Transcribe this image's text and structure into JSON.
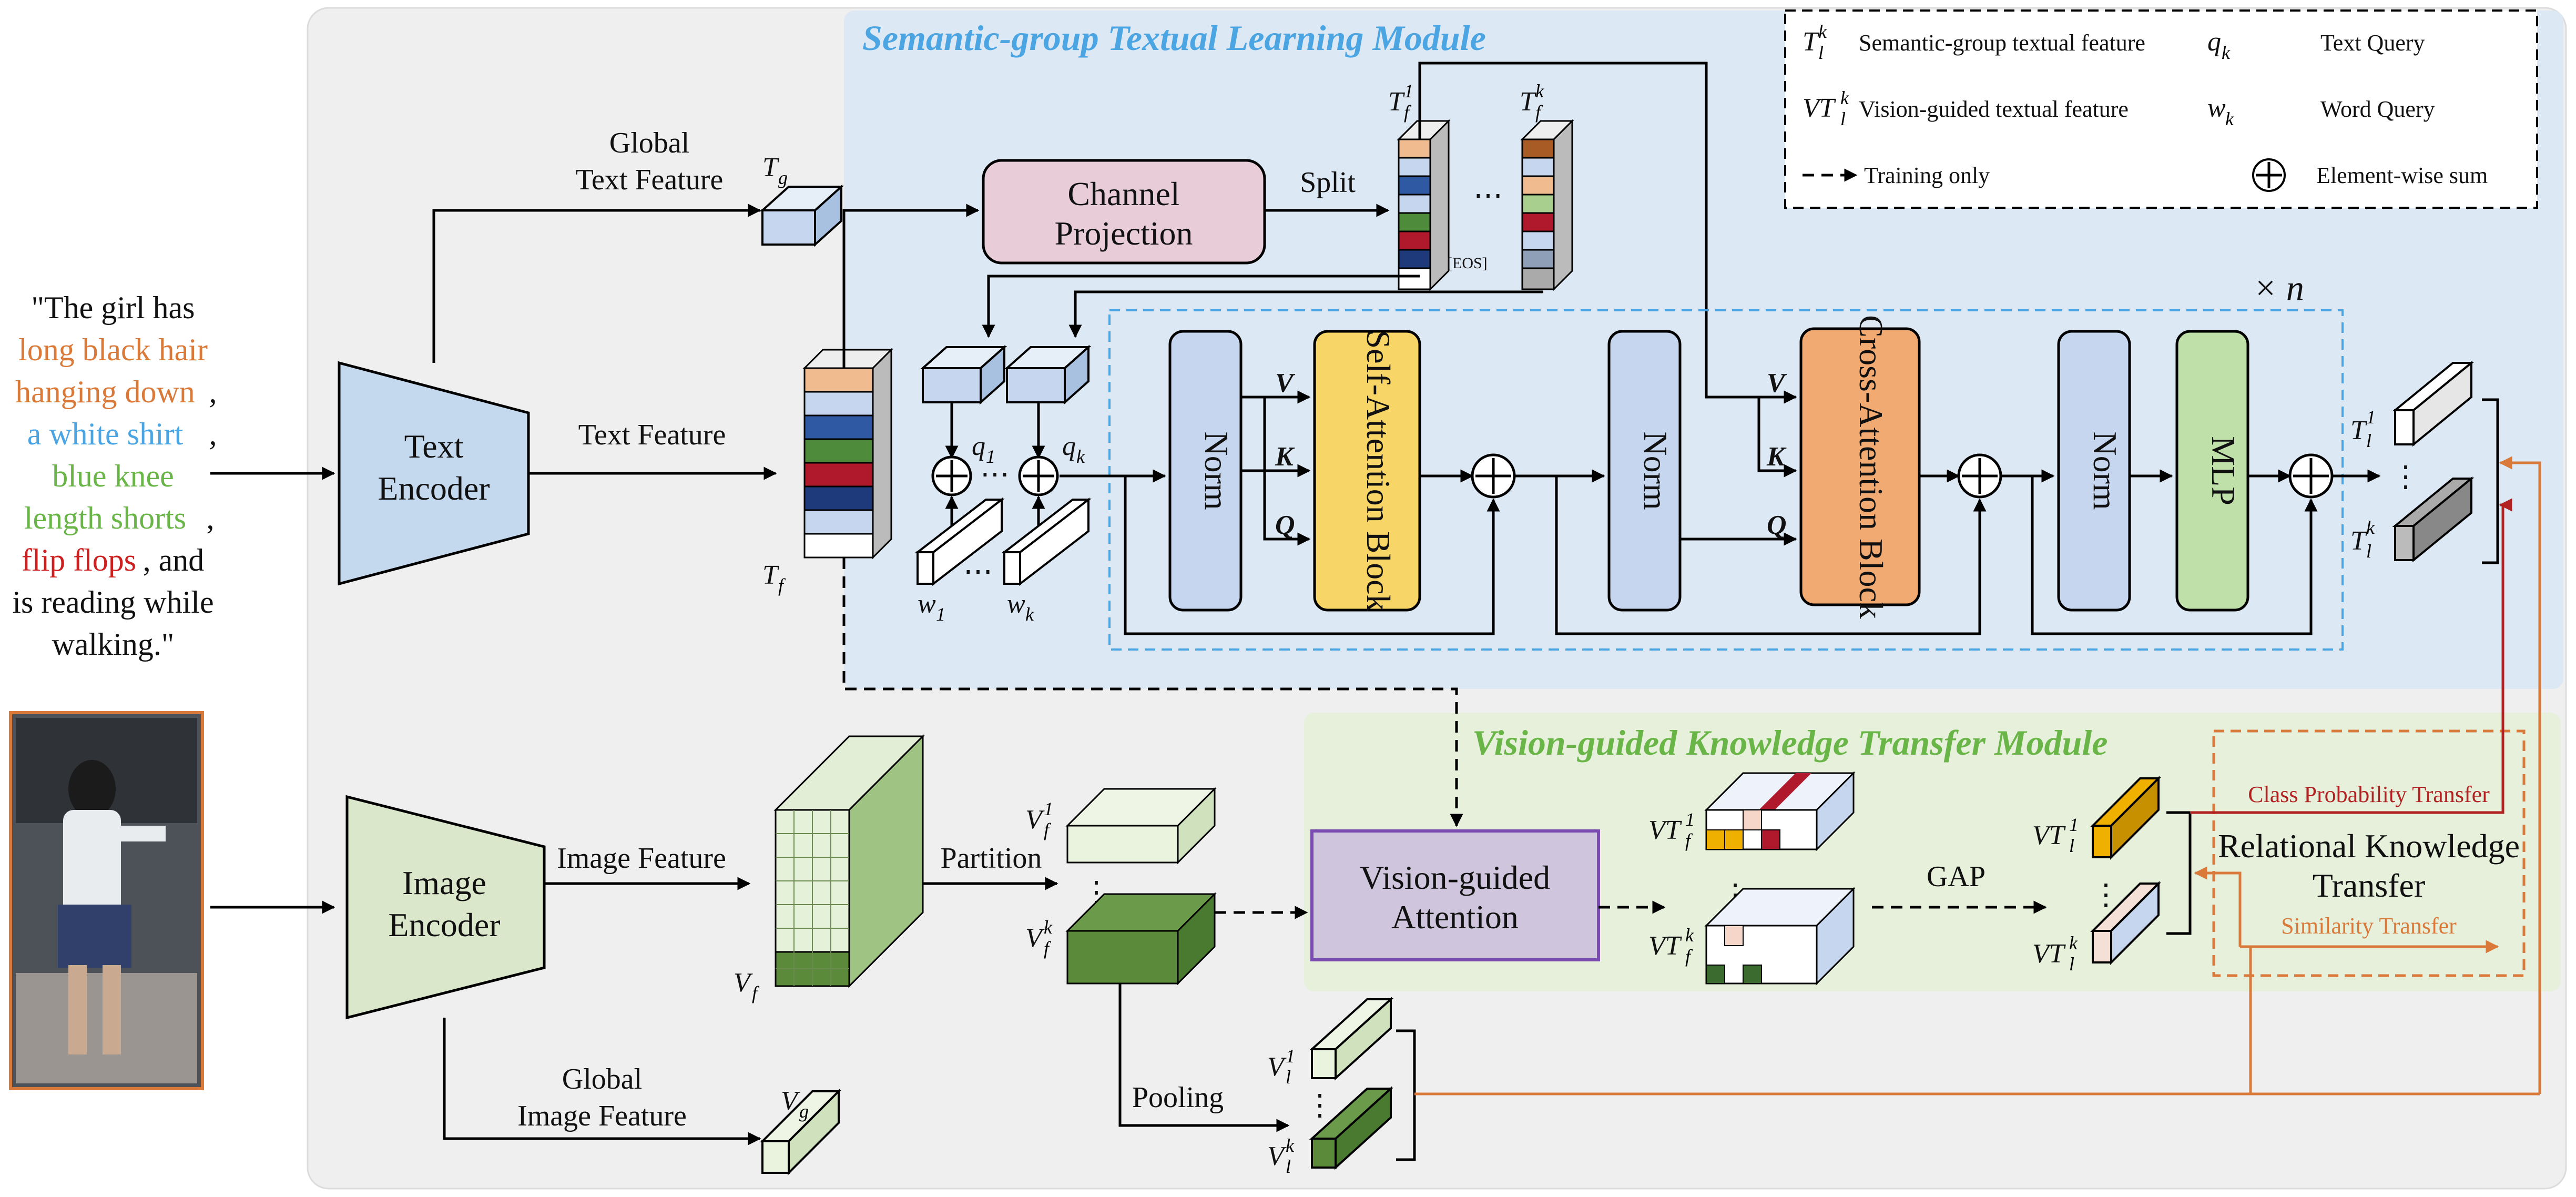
{
  "caption": {
    "line1": "\"The girl has",
    "line2": "long black hair",
    "line3": "hanging down",
    "line3_end": ",",
    "line4": "a white shirt",
    "line4_end": ",",
    "line5": "blue knee",
    "line6": "length shorts",
    "line6_end": ",",
    "line7": "flip flops",
    "line7_end": ", and",
    "line8": "is reading while",
    "line9": "walking.\""
  },
  "modules": {
    "textual": "Semantic-group Textual Learning Module",
    "vision": "Vision-guided Knowledge Transfer Module"
  },
  "encoders": {
    "text_1": "Text",
    "text_2": "Encoder",
    "image_1": "Image",
    "image_2": "Encoder"
  },
  "blocks": {
    "channel_1": "Channel",
    "channel_2": "Projection",
    "norm": "Norm",
    "self_attention": "Self-Attention Block",
    "cross_attention": "Cross-Attention Block",
    "mlp": "MLP",
    "vga_1": "Vision-guided",
    "vga_2": "Attention",
    "rkt_1": "Relational Knowledge",
    "rkt_2": "Transfer"
  },
  "labels": {
    "global_text_1": "Global",
    "global_text_2": "Text Feature",
    "text_feature": "Text Feature",
    "split": "Split",
    "eos": "[EOS]",
    "times_n": "× n",
    "image_feature": "Image Feature",
    "partition": "Partition",
    "gap": "GAP",
    "pooling": "Pooling",
    "global_image_1": "Global",
    "global_image_2": "Image Feature",
    "class_prob": "Class Probability Transfer",
    "similarity": "Similarity Transfer",
    "V": "V",
    "K": "K",
    "Q": "Q",
    "dots": "⋯",
    "vdots": "⋮"
  },
  "legend": {
    "Tlk_desc": "Semantic-group textual feature",
    "VTlk_desc": "Vision-guided textual feature",
    "qk_desc": "Text Query",
    "wk_desc": "Word Query",
    "training_desc": "Training only",
    "sum_desc": "Element-wise sum"
  },
  "symbols": {
    "T": "T",
    "V": "V",
    "VT": "VT",
    "q": "q",
    "w": "w",
    "g": "g",
    "f": "f",
    "l": "l",
    "k": "k",
    "one": "1",
    "n1": "1",
    "nk": "k"
  },
  "colors": {
    "textual_module_bg": "#dde8f5",
    "vision_module_bg": "#e6f0da",
    "outer_bg": "#efefef",
    "title_blue": "#4aa5e2",
    "title_green": "#6ab547",
    "channel_projection": "#e8cdd8",
    "norm": "#c5d6ee",
    "self_attention": "#f7d566",
    "cross_attention": "#f0aa72",
    "mlp": "#bfe0a8",
    "vga": "#cfc6dd",
    "orange": "#d9793a",
    "dark_red": "#b22222"
  }
}
